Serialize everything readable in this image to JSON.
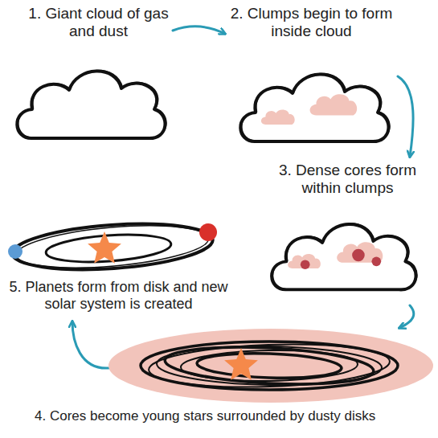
{
  "diagram": {
    "nodes": [
      {
        "text": [
          "1. Giant cloud of gas and dust"
        ]
      },
      {
        "text": [
          "2. Clumps begin to form inside cloud"
        ]
      },
      {
        "text": [
          "3. Dense cores form within clumps"
        ]
      },
      {
        "text": [
          "4. Cores become young stars surrounded by dusty disks"
        ]
      },
      {
        "text": [
          "5. Planets form from disk and new solar system is created"
        ]
      }
    ],
    "edges": [
      {
        "from": 0,
        "to": 1,
        "arrow": "to"
      },
      {
        "from": 1,
        "to": 2,
        "arrow": "to"
      },
      {
        "from": 2,
        "to": 3,
        "arrow": "to"
      },
      {
        "from": 3,
        "to": 4,
        "arrow": "to"
      }
    ]
  }
}
